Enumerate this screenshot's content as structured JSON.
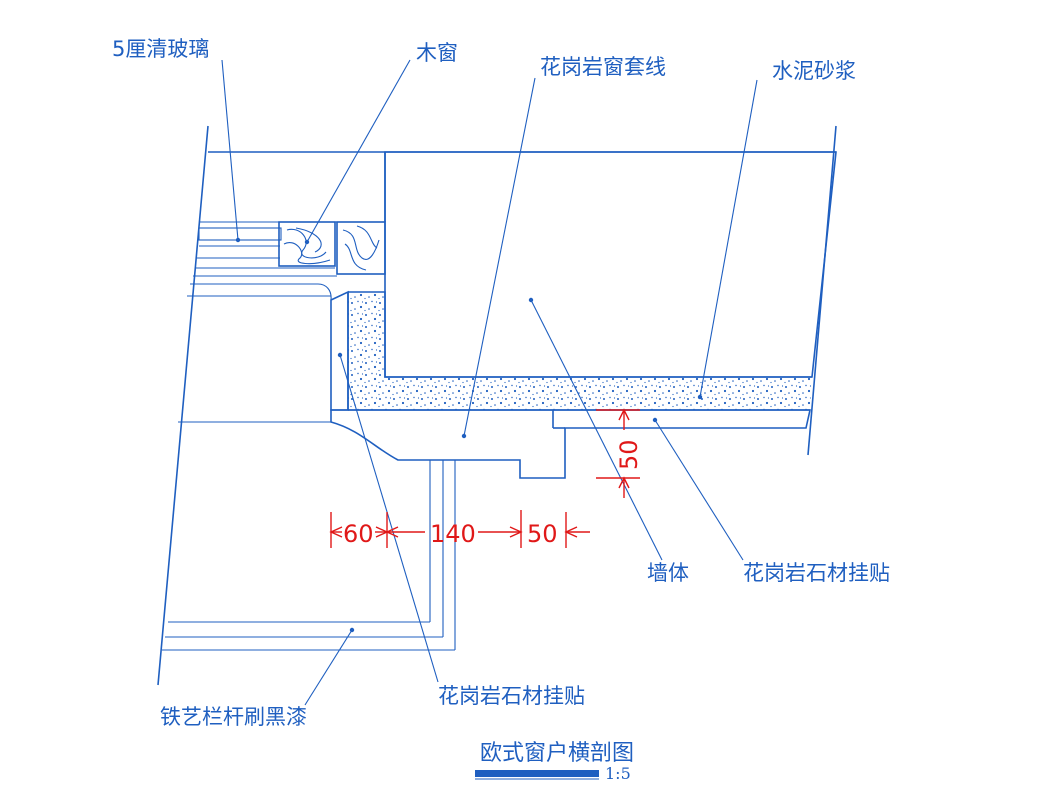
{
  "labels": {
    "glass": "5厘清玻璃",
    "wood_window": "木窗",
    "granite_trim": "花岗岩窗套线",
    "cement_mortar": "水泥砂浆",
    "wall": "墙体",
    "granite_cladding_right": "花岗岩石材挂贴",
    "granite_cladding_bottom": "花岗岩石材挂贴",
    "iron_railing": "铁艺栏杆刷黑漆"
  },
  "dimensions": {
    "d60": "60",
    "d140": "140",
    "d50_horizontal": "50",
    "d50_vertical": "50"
  },
  "title": {
    "text": "欧式窗户横剖图",
    "scale": "1:5"
  },
  "colors": {
    "line": "#1f5fc0",
    "dimension": "#e01818",
    "background": "#ffffff"
  }
}
